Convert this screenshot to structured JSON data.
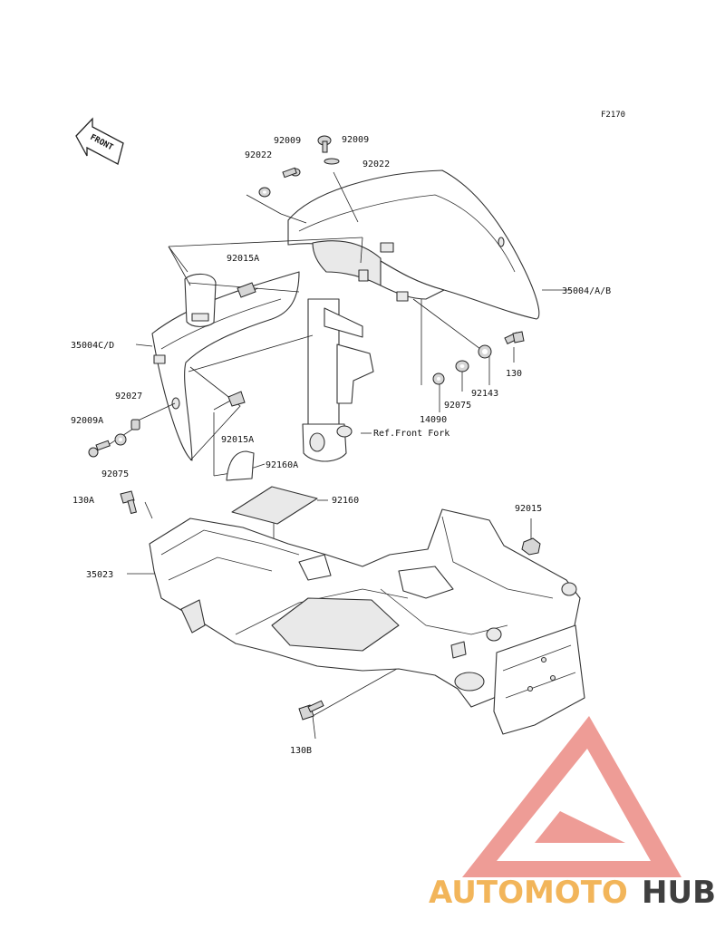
{
  "diagram": {
    "code": "F2170",
    "front_arrow_label": "FRONT",
    "callouts": {
      "p92009_left": "92009",
      "p92009_right": "92009",
      "p92022_left": "92022",
      "p92022_right": "92022",
      "p92015A_top": "92015A",
      "p35004AB": "35004/A/B",
      "p35004CD": "35004C/D",
      "p130": "130",
      "p92143": "92143",
      "p92075_right": "92075",
      "p14090": "14090",
      "p92027": "92027",
      "p92009A": "92009A",
      "p92015A_bottom": "92015A",
      "ref_front_fork": "Ref.Front Fork",
      "p92075_left": "92075",
      "p92160A": "92160A",
      "p92160": "92160",
      "p130A": "130A",
      "p92015": "92015",
      "p35023": "35023",
      "p130B": "130B"
    }
  },
  "watermark": {
    "brand_part1": "AUTOMOTO",
    "brand_part2": "HUB",
    "colors": {
      "triangle": "#e8736b",
      "part1": "#f2b55a",
      "part2": "#3f3f3f"
    }
  }
}
